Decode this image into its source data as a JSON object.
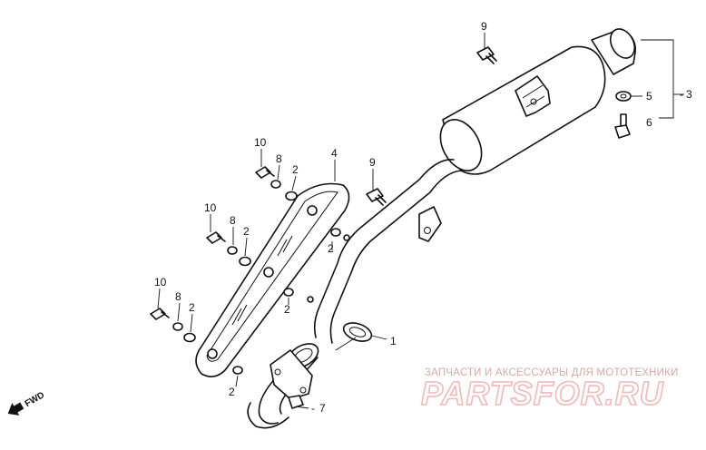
{
  "callouts": {
    "c9_top": "9",
    "c5": "5",
    "c3": "3",
    "c6": "6",
    "c4": "4",
    "c9_mid": "9",
    "c10_a": "10",
    "c8_a": "8",
    "c2_a": "2",
    "c10_b": "10",
    "c8_b": "8",
    "c2_b": "2",
    "c2_pipe": "2",
    "c2_mid": "2",
    "c10_c": "10",
    "c8_c": "8",
    "c2_c": "2",
    "c1": "1",
    "c2_bottom": "2",
    "c7": "7"
  },
  "fwd_label": "FWD",
  "watermark": {
    "subtitle": "ЗАПЧАСТИ И АКСЕССУАРЫ ДЛЯ МОТОТЕХНИКИ",
    "brand": "PARTSFOR.RU",
    "color": "#f1b9b9"
  }
}
